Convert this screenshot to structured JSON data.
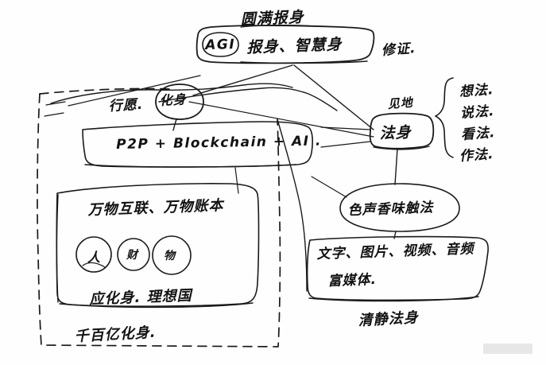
{
  "diagram": {
    "title": "圆满报身",
    "center_node": {
      "tag": "AGI",
      "label": "报身、智慧身"
    },
    "annotations": {
      "xiuzheng": "修证.",
      "jiandi": "见地",
      "xingyuan": "行愿."
    },
    "nodes": {
      "huashen": "化身",
      "fashen": "法身",
      "tech_stack": "P2P + Blockchain + AI .",
      "liufa": "色声香味触法"
    },
    "fashen_brace_items": [
      "想法.",
      "说法.",
      "看法.",
      "作法."
    ],
    "huashen_panel": {
      "headline": "万物互联、万物账本",
      "circles": [
        "人",
        "财",
        "物"
      ],
      "subline": "应化身. 理想国",
      "caption": "千百亿化身."
    },
    "fashen_panel": {
      "line1": "文字、图片、视频、音频",
      "line2": "富媒体.",
      "caption": "清静法身"
    },
    "colors": {
      "ink": "#1a1a1a",
      "paper": "#fefefe",
      "watermark": "#e3e3e3"
    }
  }
}
